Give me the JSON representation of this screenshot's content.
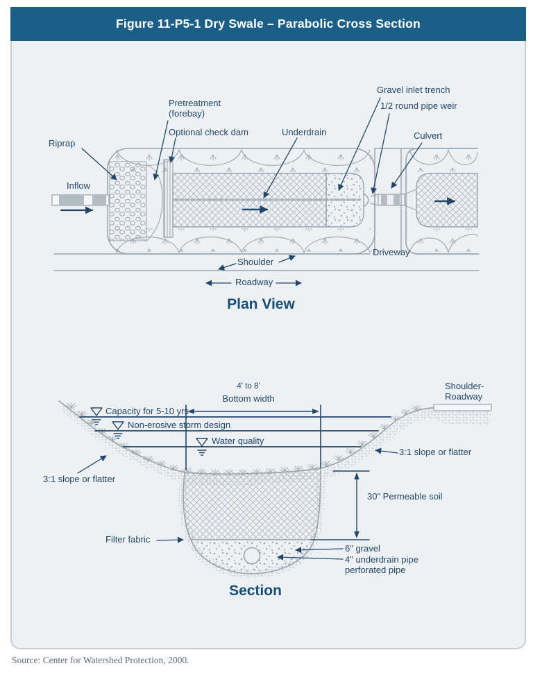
{
  "figure": {
    "title": "Figure 11-P5-1 Dry Swale – Parabolic Cross Section"
  },
  "source_note": "Source: Center for Watershed Protection, 2000.",
  "colors": {
    "header_bg": "#1b5f86",
    "panel_bg": "#eef1f3",
    "ink_navy": "#234668",
    "heading_navy": "#184e75",
    "line_gray": "#9aa4ad"
  },
  "plan_view": {
    "heading": "Plan View",
    "labels": {
      "riprap": "Riprap",
      "inflow": "Inflow",
      "pretreatment_line1": "Pretreatment",
      "pretreatment_line2": "(forebay)",
      "optional_check_dam": "Optional check dam",
      "underdrain": "Underdrain",
      "gravel_inlet_trench": "Gravel inlet trench",
      "half_round_pipe_weir": "1/2 round pipe weir",
      "culvert": "Culvert",
      "driveway": "Driveway",
      "shoulder": "Shoulder",
      "roadway": "Roadway"
    }
  },
  "section_view": {
    "heading": "Section",
    "labels": {
      "bottom_width_range": "4' to 8'",
      "bottom_width": "Bottom width",
      "shoulder_roadway_line1": "Shoulder-",
      "shoulder_roadway_line2": "Roadway",
      "capacity": "Capacity for 5-10 yrs",
      "non_erosive": "Non-erosive storm design",
      "water_quality": "Water quality",
      "slope_left": "3:1 slope or flatter",
      "slope_right": "3:1 slope or flatter",
      "permeable_soil": "30\" Permeable soil",
      "filter_fabric": "Filter fabric",
      "gravel": "6\" gravel",
      "underdrain_pipe_line1": "4\" underdrain pipe",
      "underdrain_pipe_line2": "perforated pipe"
    }
  }
}
